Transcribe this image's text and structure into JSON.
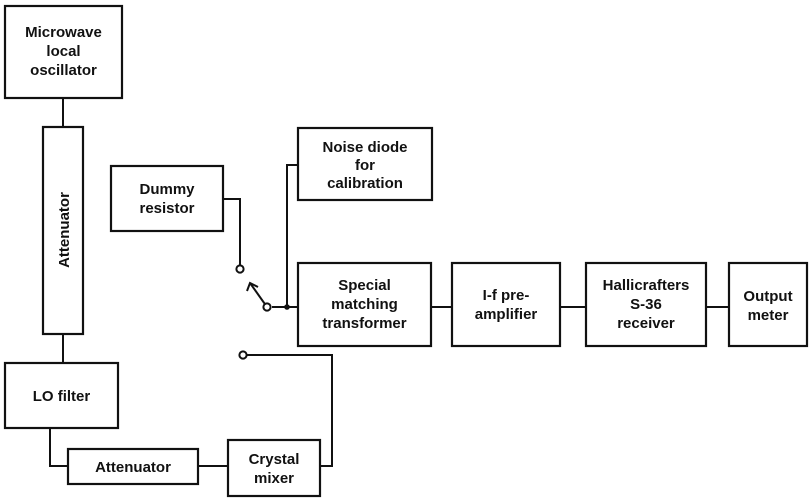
{
  "blocks": {
    "microwave_lo": [
      "Microwave",
      "local",
      "oscillator"
    ],
    "attenuator_vertical": [
      "Attenuator"
    ],
    "lo_filter": [
      "LO filter"
    ],
    "attenuator_horizontal": [
      "Attenuator"
    ],
    "crystal_mixer": [
      "Crystal",
      "mixer"
    ],
    "dummy_resistor": [
      "Dummy",
      "resistor"
    ],
    "noise_diode": [
      "Noise diode",
      "for",
      "calibration"
    ],
    "matching_transformer": [
      "Special",
      "matching",
      "transformer"
    ],
    "if_preamplifier": [
      "I-f pre-",
      "amplifier"
    ],
    "receiver": [
      "Hallicrafters",
      "S-36",
      "receiver"
    ],
    "output_meter": [
      "Output",
      "meter"
    ]
  },
  "colors": {
    "ink": "#111111",
    "paper": "#ffffff"
  }
}
